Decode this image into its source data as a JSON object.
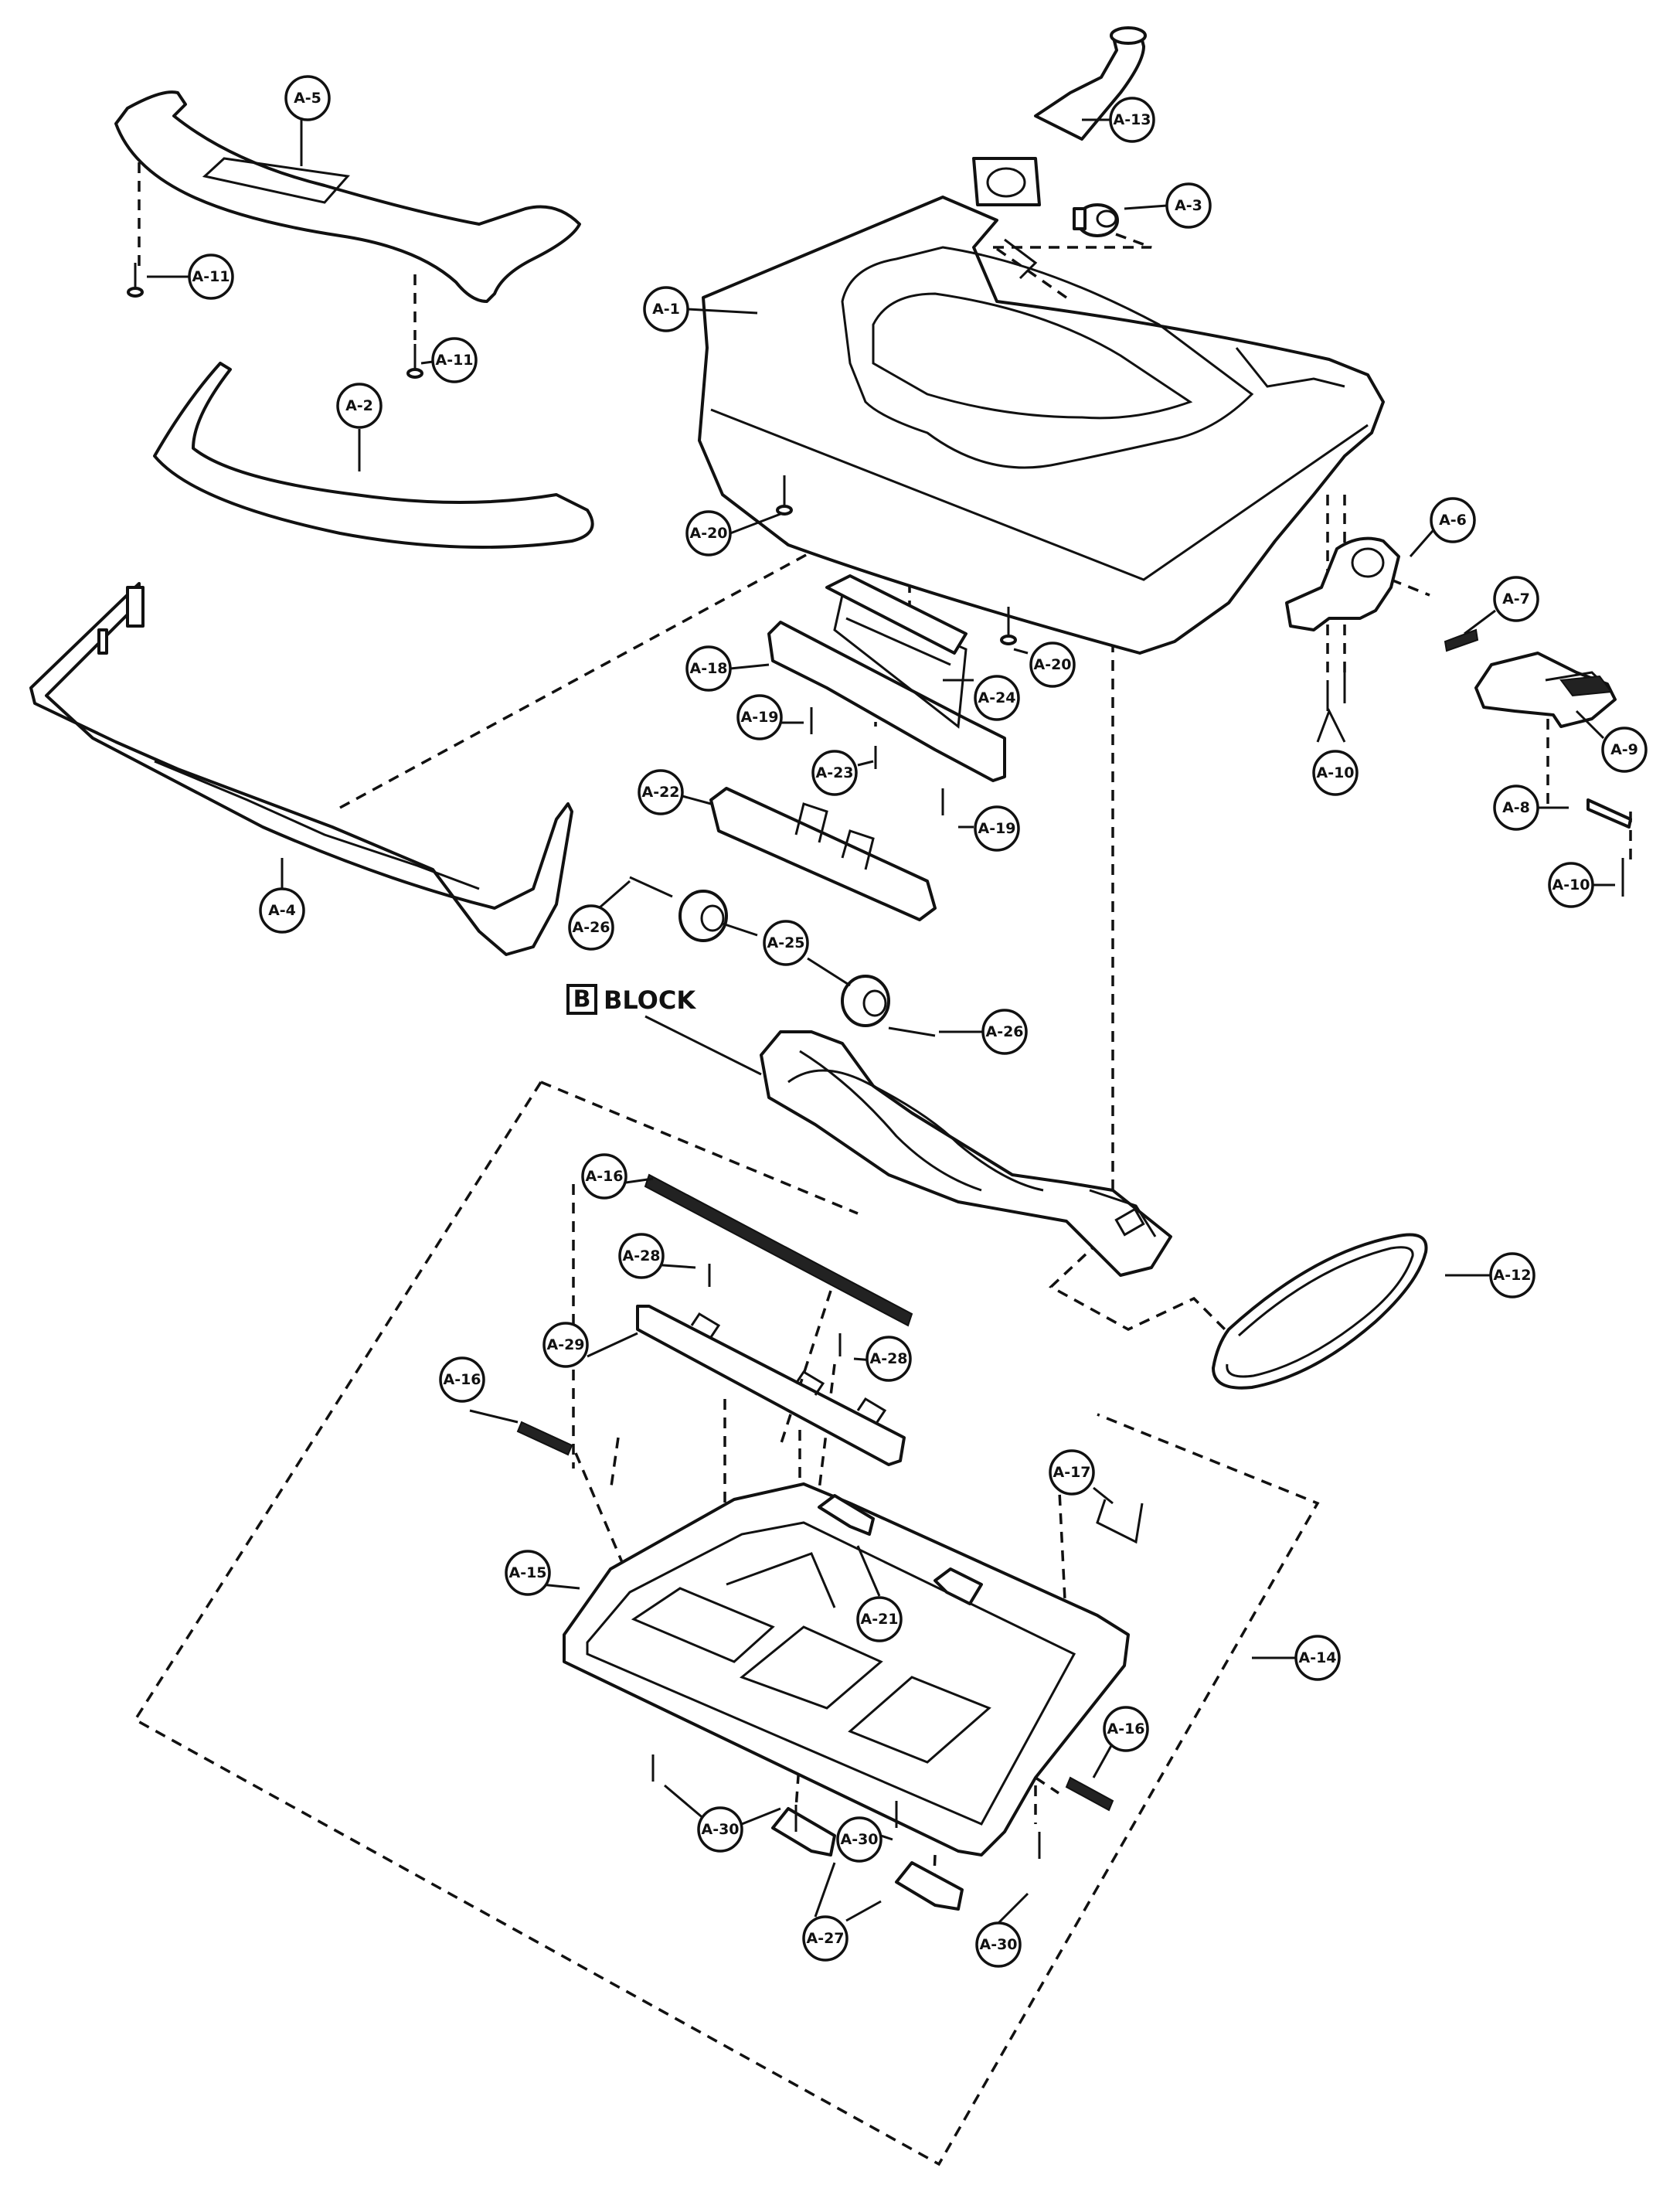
{
  "diagram": {
    "block_label": {
      "letter": "B",
      "text": "BLOCK"
    },
    "callouts": {
      "a5": "A-5",
      "a13": "A-13",
      "a3": "A-3",
      "a11_left": "A-11",
      "a11_mid": "A-11",
      "a1": "A-1",
      "a2": "A-2",
      "a20_left": "A-20",
      "a20_right": "A-20",
      "a6": "A-6",
      "a7": "A-7",
      "a9": "A-9",
      "a10_pair": "A-10",
      "a8": "A-8",
      "a10_right": "A-10",
      "a18": "A-18",
      "a24": "A-24",
      "a19_left": "A-19",
      "a23": "A-23",
      "a19_right": "A-19",
      "a22": "A-22",
      "a4": "A-4",
      "a26_left": "A-26",
      "a25": "A-25",
      "a26_right": "A-26",
      "a16_top": "A-16",
      "a28_left": "A-28",
      "a29": "A-29",
      "a28_right": "A-28",
      "a12": "A-12",
      "a16_left": "A-16",
      "a17": "A-17",
      "a15": "A-15",
      "a21": "A-21",
      "a14": "A-14",
      "a16_right": "A-16",
      "a30_left": "A-30",
      "a30_mid": "A-30",
      "a30_right": "A-30",
      "a27": "A-27"
    }
  }
}
